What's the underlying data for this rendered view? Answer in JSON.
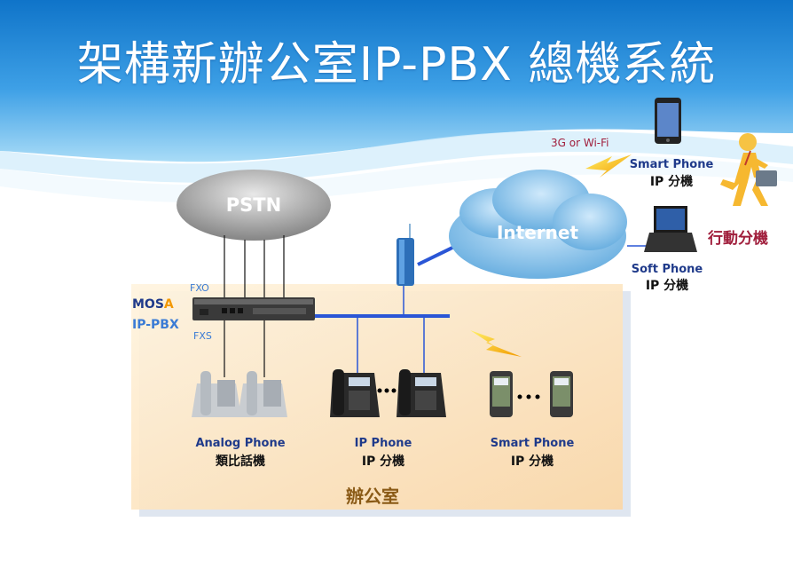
{
  "title": "架構新辦公室IP-PBX 總機系統",
  "pstn": "PSTN",
  "internet": "Internet",
  "wireless": "3G or Wi-Fi",
  "mobile_ext": "行動分機",
  "smart_phone_remote": {
    "name": "Smart Phone",
    "ext": "IP 分機"
  },
  "soft_phone": {
    "name": "Soft Phone",
    "ext": "IP 分機"
  },
  "pbx": {
    "brand_prefix": "MOS",
    "brand_suffix": "A",
    "model": "IP-PBX",
    "fxo": "FXO",
    "fxs": "FXS"
  },
  "analog_phone": {
    "name": "Analog Phone",
    "ext": "類比話機"
  },
  "ip_phone": {
    "name": "IP Phone",
    "ext": "IP 分機"
  },
  "smart_phone_office": {
    "name": "Smart Phone",
    "ext": "IP 分機"
  },
  "office": "辦公室",
  "colors": {
    "navy": "#1f3a8a",
    "maroon": "#a01e3c",
    "brand_orange": "#f39800",
    "office_bg": "#fde2b8",
    "lan_blue": "#2a56d6"
  }
}
